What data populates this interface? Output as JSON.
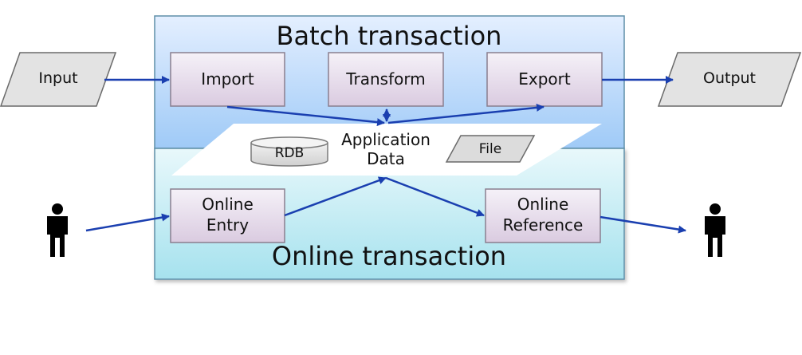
{
  "regions": {
    "batch": {
      "title": "Batch transaction"
    },
    "online": {
      "title": "Online transaction"
    }
  },
  "io": {
    "input": "Input",
    "output": "Output"
  },
  "processes": {
    "import": "Import",
    "transform": "Transform",
    "export": "Export",
    "online_entry": [
      "Online",
      "Entry"
    ],
    "online_reference": [
      "Online",
      "Reference"
    ]
  },
  "application_data": {
    "label": [
      "Application",
      "Data"
    ],
    "rdb": "RDB",
    "file": "File"
  },
  "colors": {
    "arrow": "#1a3fb0",
    "process_border": "#8a7f8f",
    "person": "#000000"
  }
}
